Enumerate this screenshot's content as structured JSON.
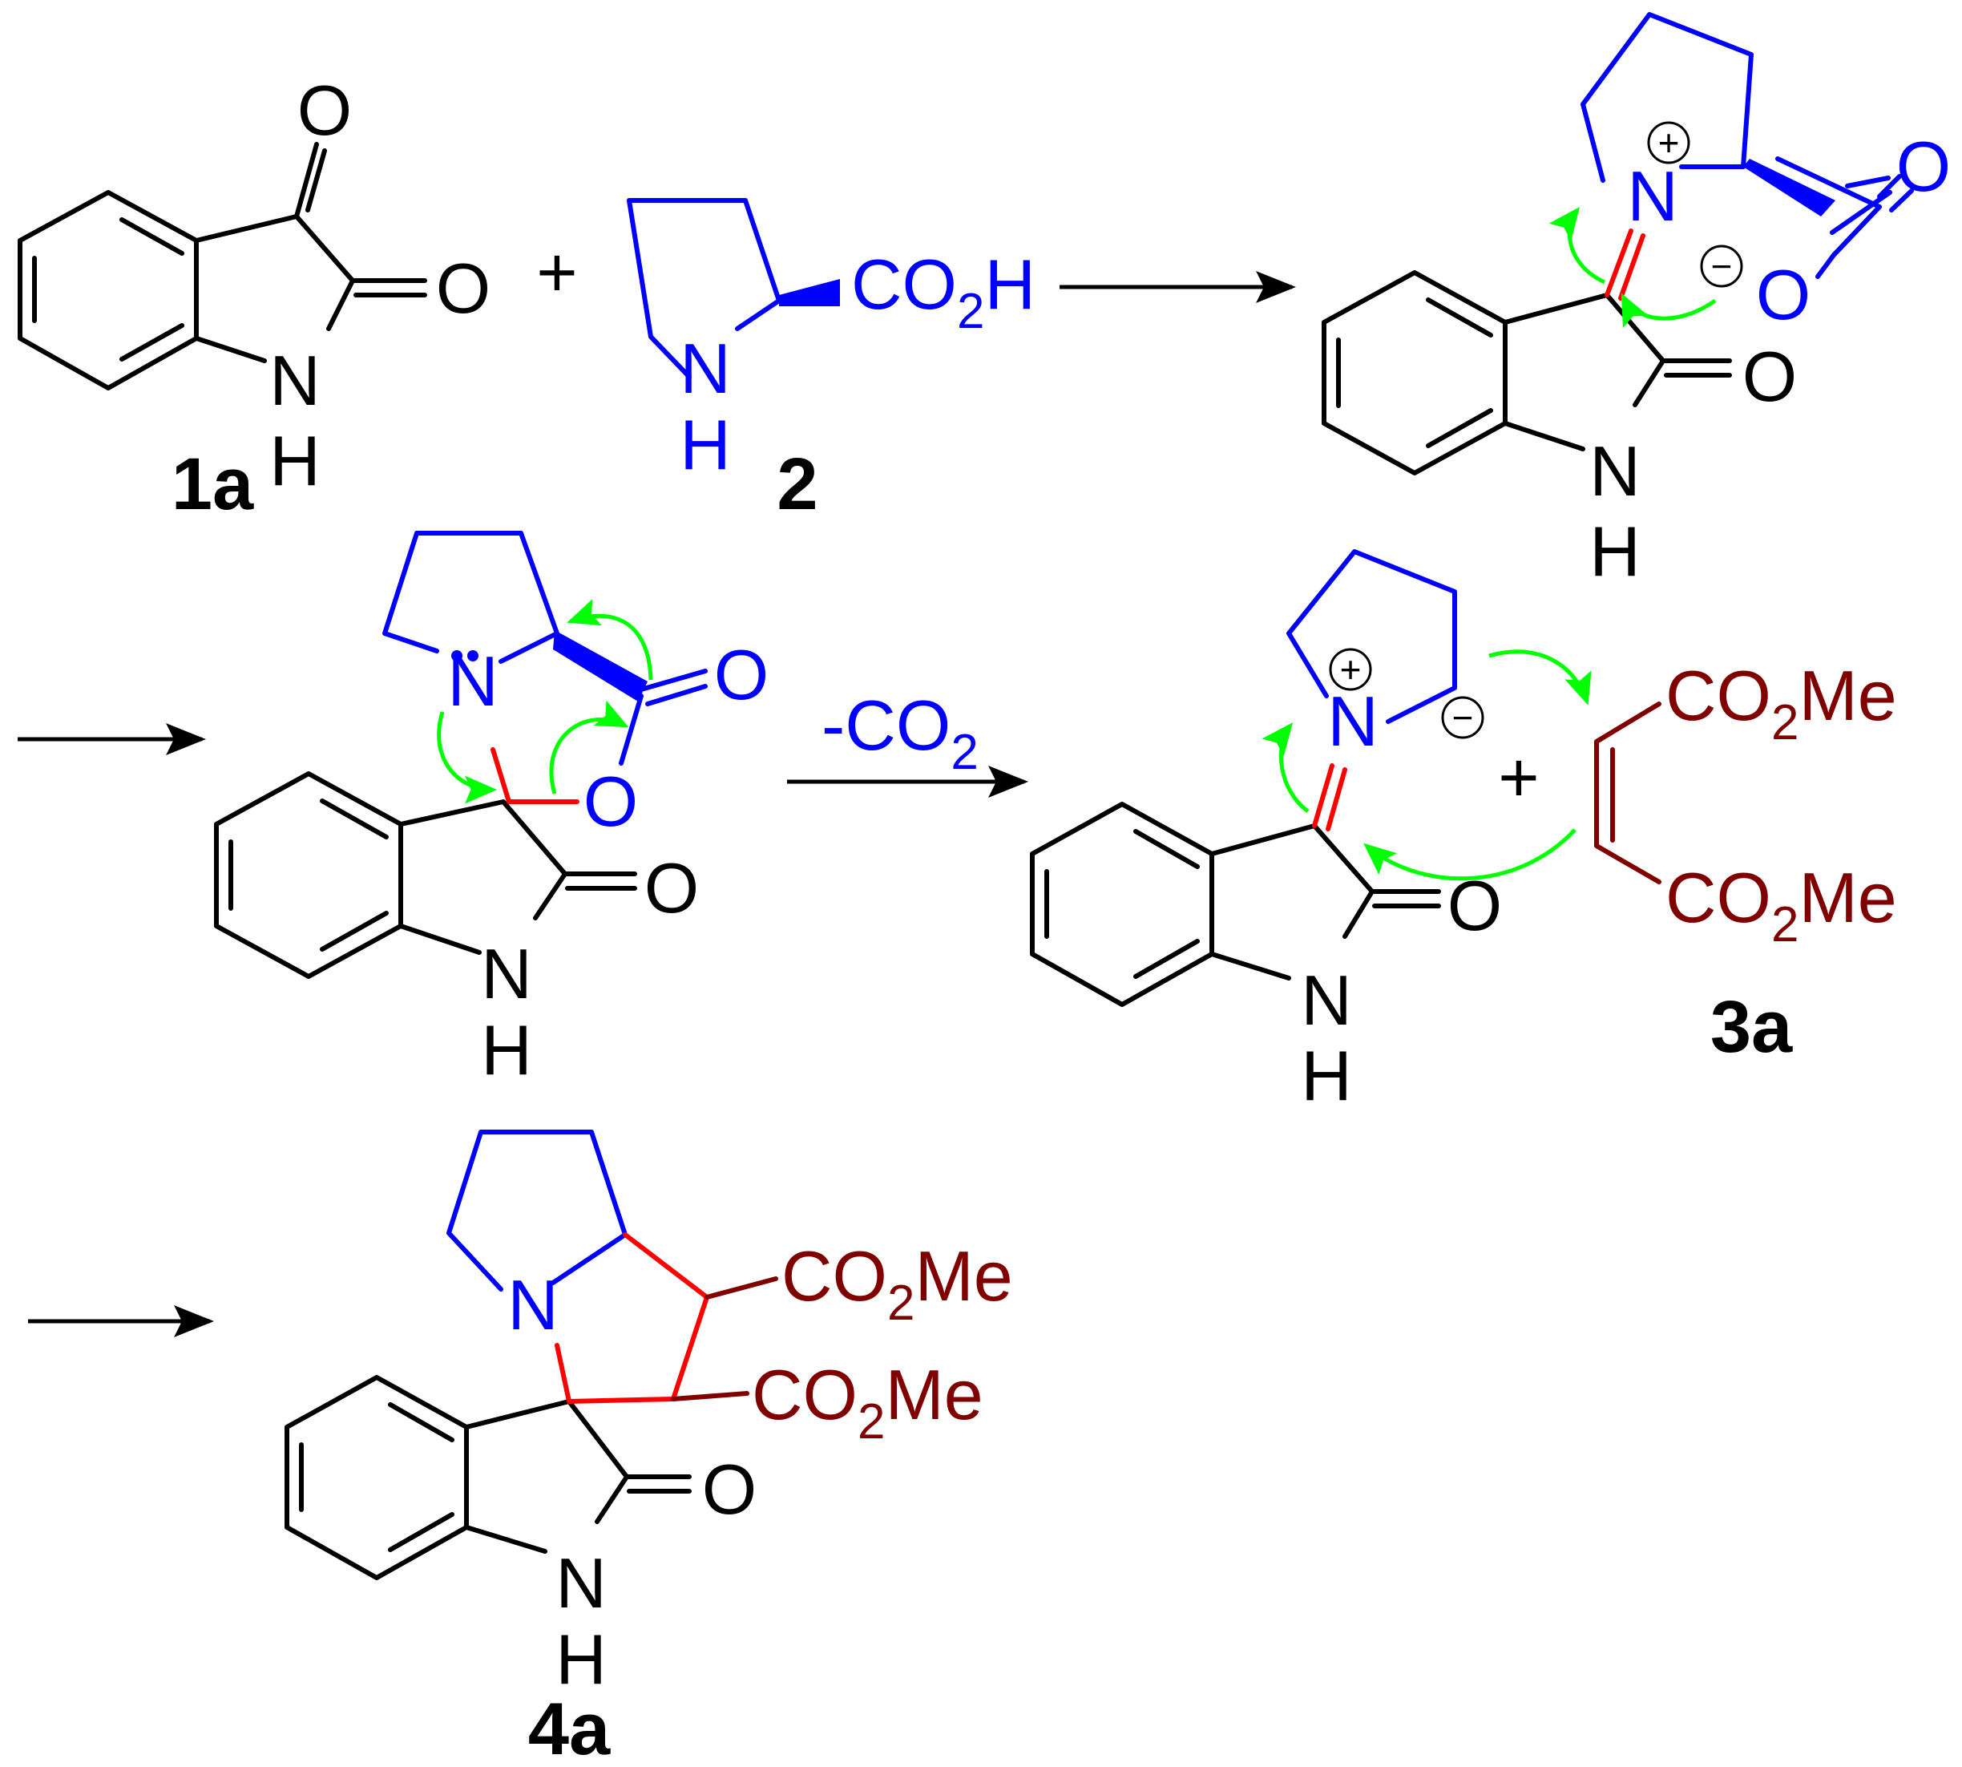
{
  "colors": {
    "black": "#000000",
    "blue": "#0000ff",
    "red": "#ff0000",
    "darkred": "#800000",
    "green": "#00ff00"
  },
  "compounds": {
    "isatin": "1a",
    "proline": "2",
    "maleate": "3a",
    "product": "4a"
  },
  "atoms": {
    "O": "O",
    "N": "N",
    "H": "H",
    "CO": "CO",
    "sub2": "2",
    "Me": "Me"
  },
  "symbols": {
    "plus": "+",
    "positive": "+",
    "negative": "−"
  },
  "conditions": {
    "decarboxylation_prefix": "-CO",
    "decarboxylation_sub": "2"
  }
}
